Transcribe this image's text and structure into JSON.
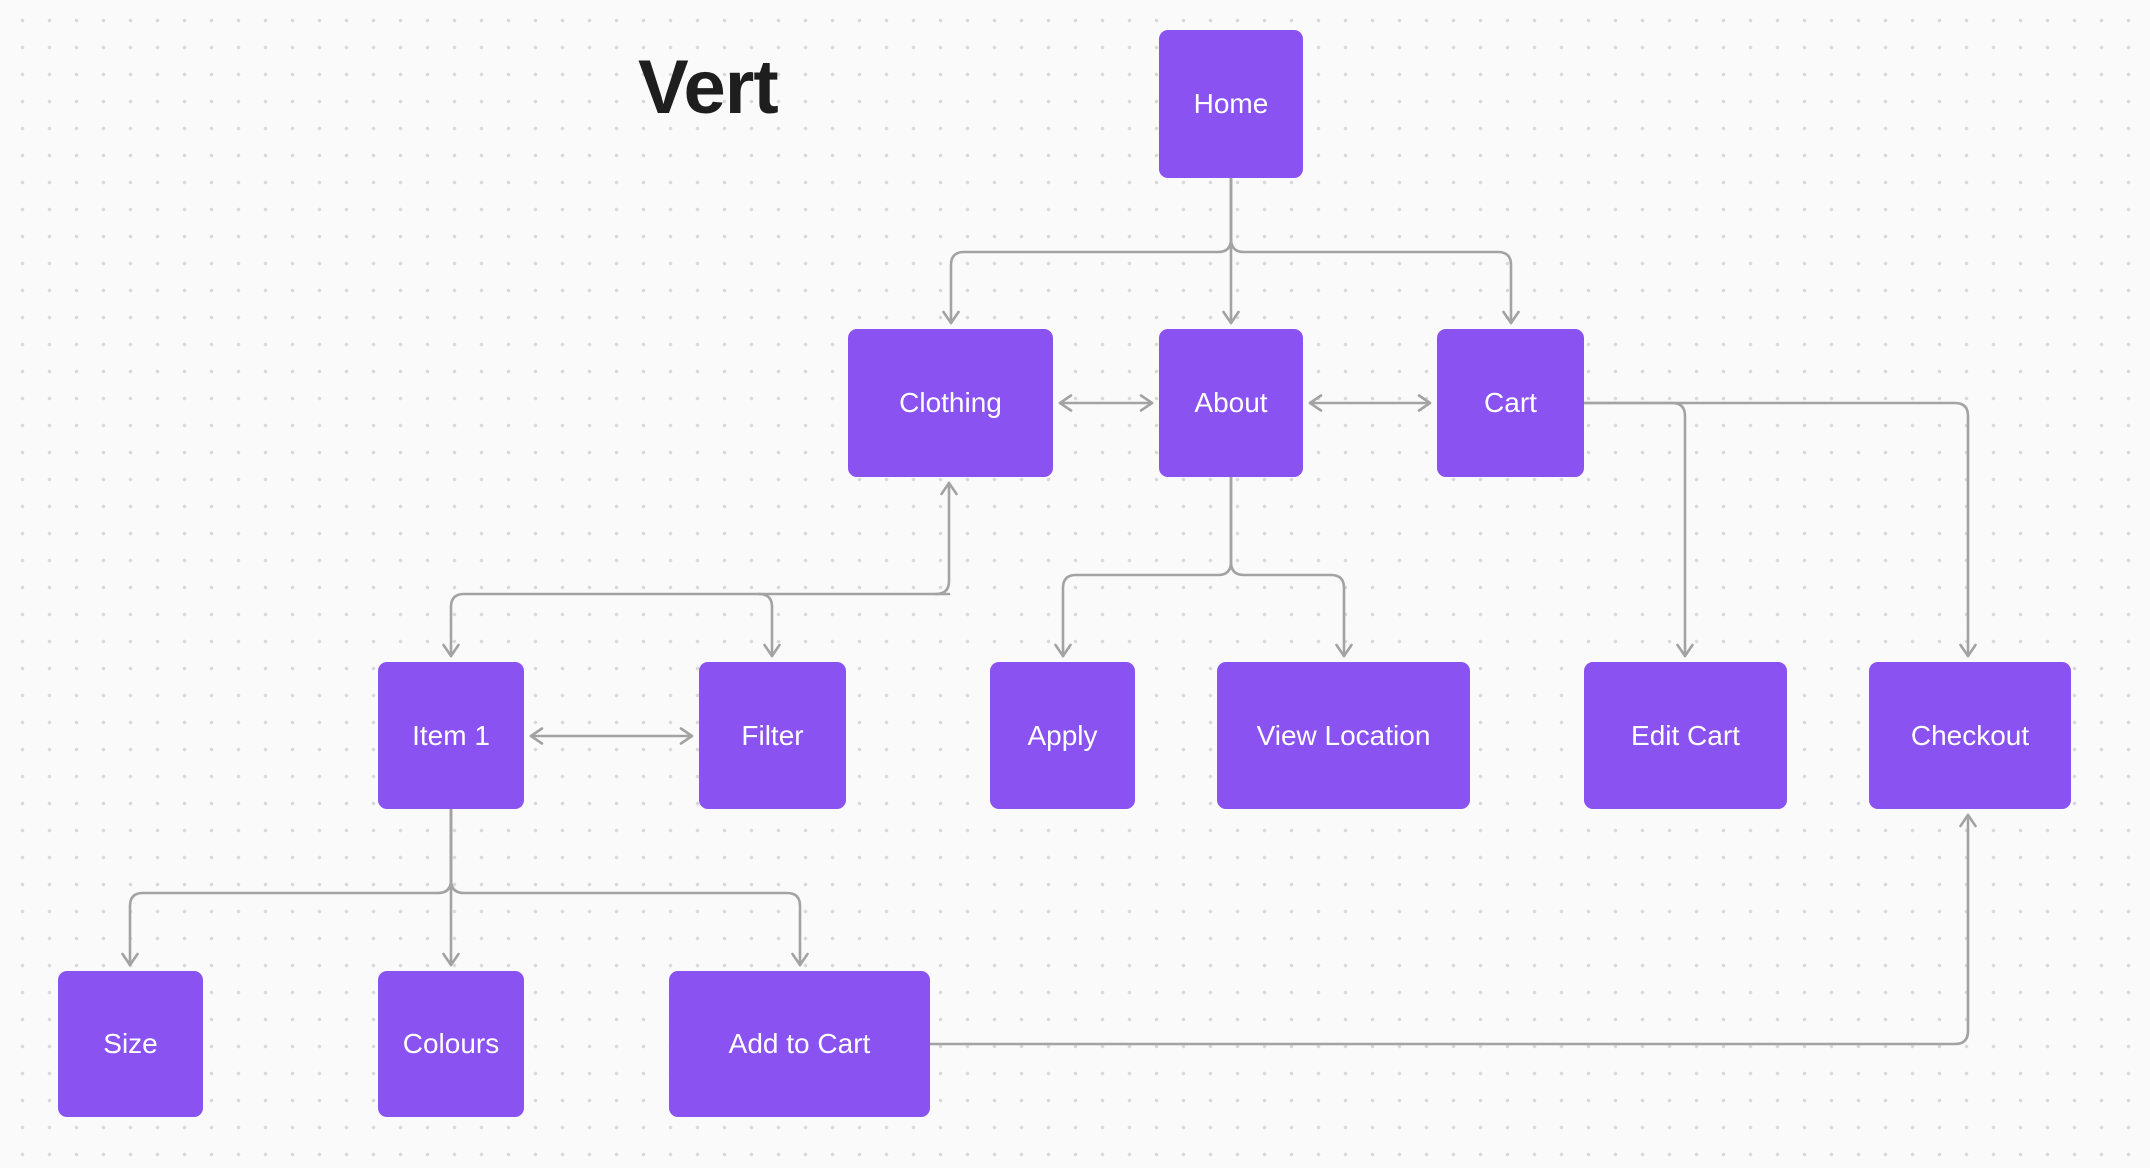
{
  "canvas": {
    "title": "Vert",
    "colors": {
      "node_fill": "#8A52F0",
      "node_text": "#FFFFFF",
      "edge": "#A3A3A3",
      "background": "#FAFAFA",
      "dot_grid": "#D9D9D9",
      "title_text": "#1E1E1E"
    }
  },
  "nodes": {
    "home": {
      "label": "Home"
    },
    "clothing": {
      "label": "Clothing"
    },
    "about": {
      "label": "About"
    },
    "cart": {
      "label": "Cart"
    },
    "item1": {
      "label": "Item 1"
    },
    "filter": {
      "label": "Filter"
    },
    "apply": {
      "label": "Apply"
    },
    "view_location": {
      "label": "View Location"
    },
    "edit_cart": {
      "label": "Edit Cart"
    },
    "checkout": {
      "label": "Checkout"
    },
    "size": {
      "label": "Size"
    },
    "colours": {
      "label": "Colours"
    },
    "add_to_cart": {
      "label": "Add to Cart"
    }
  },
  "edges": [
    {
      "from": "Home",
      "to": "Clothing",
      "arrow": "to"
    },
    {
      "from": "Home",
      "to": "About",
      "arrow": "to"
    },
    {
      "from": "Home",
      "to": "Cart",
      "arrow": "to"
    },
    {
      "from": "Clothing",
      "to": "About",
      "arrow": "both"
    },
    {
      "from": "About",
      "to": "Cart",
      "arrow": "both"
    },
    {
      "from": "Cart",
      "to": "Edit Cart",
      "arrow": "to"
    },
    {
      "from": "Cart",
      "to": "Checkout",
      "arrow": "to"
    },
    {
      "from": "Item 1",
      "to": "Clothing",
      "arrow": "to"
    },
    {
      "from": "Clothing",
      "to": "Item 1",
      "arrow": "to"
    },
    {
      "from": "Clothing",
      "to": "Filter",
      "arrow": "to"
    },
    {
      "from": "About",
      "to": "Apply",
      "arrow": "to"
    },
    {
      "from": "About",
      "to": "View Location",
      "arrow": "to"
    },
    {
      "from": "Item 1",
      "to": "Filter",
      "arrow": "both"
    },
    {
      "from": "Item 1",
      "to": "Size",
      "arrow": "to"
    },
    {
      "from": "Item 1",
      "to": "Colours",
      "arrow": "to"
    },
    {
      "from": "Item 1",
      "to": "Add to Cart",
      "arrow": "to"
    },
    {
      "from": "Add to Cart",
      "to": "Checkout",
      "arrow": "to"
    }
  ]
}
